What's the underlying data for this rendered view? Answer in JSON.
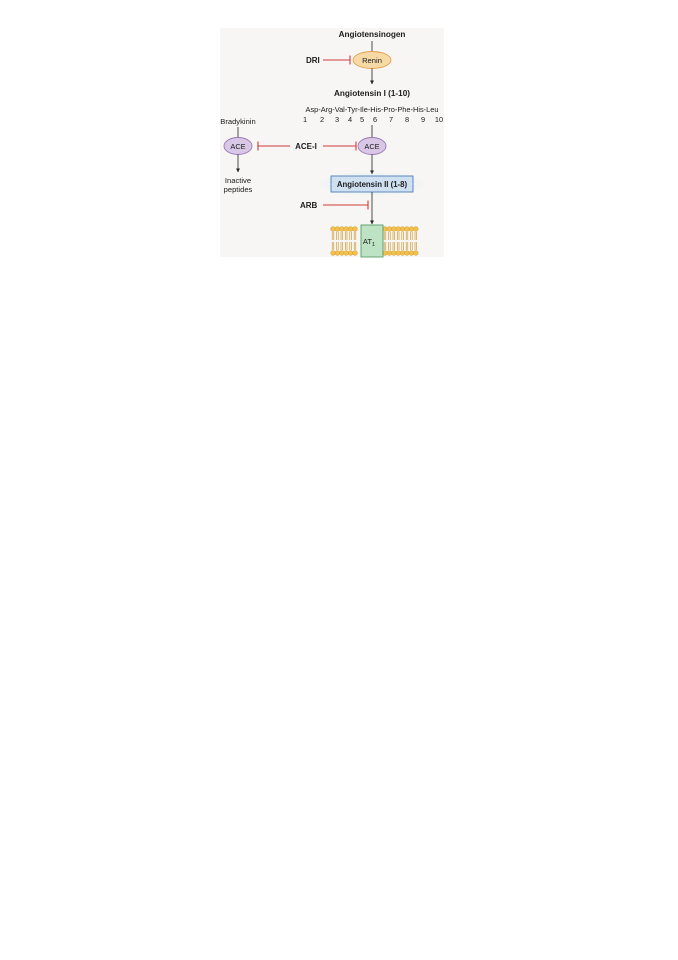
{
  "labels": {
    "angiotensinogen": "Angiotensinogen",
    "dri": "DRI",
    "renin": "Renin",
    "angiotensin_i": "Angiotensin I (1-10)",
    "bradykinin": "Bradykinin",
    "ace_left": "ACE",
    "ace_i": "ACE-I",
    "ace_right": "ACE",
    "inactive_line1": "Inactive",
    "inactive_line2": "peptides",
    "angiotensin_ii": "Angiotensin II (1-8)",
    "arb": "ARB",
    "receptor_main": "AT",
    "receptor_sub": "1"
  },
  "sequence": {
    "residues": "Asp-Arg-Val-Tyr-Ile-His-Pro-Phe-His-Leu",
    "positions": [
      "1",
      "2",
      "3",
      "4",
      "5",
      "6",
      "7",
      "8",
      "9",
      "10"
    ]
  },
  "colors": {
    "background": "#f7f6f4",
    "inhibitor_line": "#d23a3a",
    "renin_fill": "#f7d9a6",
    "renin_stroke": "#e2a24e",
    "ace_fill": "#d9c7e6",
    "ace_stroke": "#9c78b8",
    "angiotensin_ii_fill": "#cfe0f1",
    "angiotensin_ii_stroke": "#4f7fb8",
    "angiotensin_ii_glow": "#dbe8f5",
    "receptor_fill": "#bde3c4",
    "receptor_stroke": "#5a9c66",
    "membrane_head": "#f2c04c",
    "membrane_tail": "#c98d1b",
    "arrow": "#222222"
  }
}
